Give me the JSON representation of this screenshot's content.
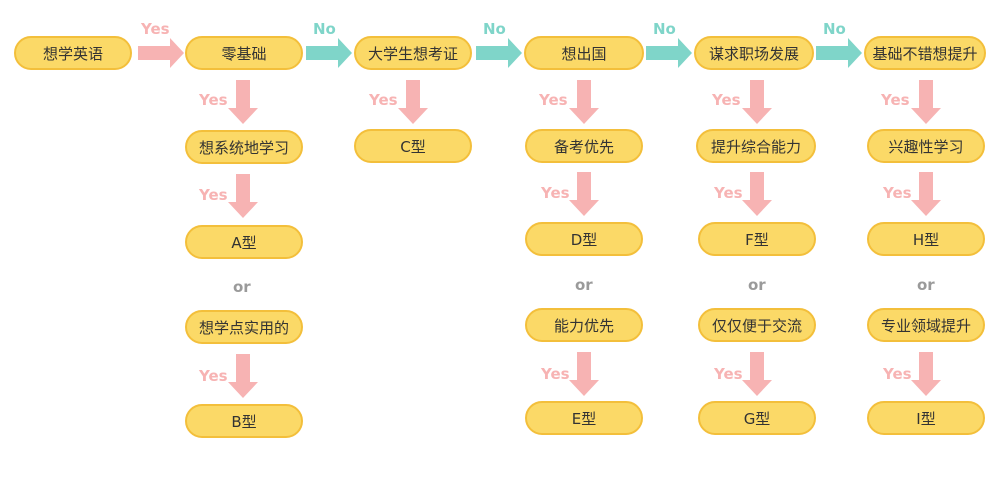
{
  "colors": {
    "node_fill": "#fbd967",
    "node_border": "#f3bf3b",
    "yes_arrow": "#f7b3b3",
    "no_arrow": "#7fd5c9",
    "or_text": "#9a9a9a"
  },
  "labels": {
    "yes": "Yes",
    "no": "No",
    "or": "or"
  },
  "nodes": {
    "start": "想学英语",
    "zero_basis": "零基础",
    "systematic": "想系统地学习",
    "type_a": "A型",
    "practical": "想学点实用的",
    "type_b": "B型",
    "college_exam": "大学生想考证",
    "type_c": "C型",
    "go_abroad": "想出国",
    "prepare_exam": "备考优先",
    "type_d": "D型",
    "ability_first": "能力优先",
    "type_e": "E型",
    "career": "谋求职场发展",
    "improve_skills": "提升综合能力",
    "type_f": "F型",
    "convenient": "仅仅便于交流",
    "type_g": "G型",
    "good_basis": "基础不错想提升",
    "interest": "兴趣性学习",
    "type_h": "H型",
    "professional": "专业领域提升",
    "type_i": "I型"
  }
}
